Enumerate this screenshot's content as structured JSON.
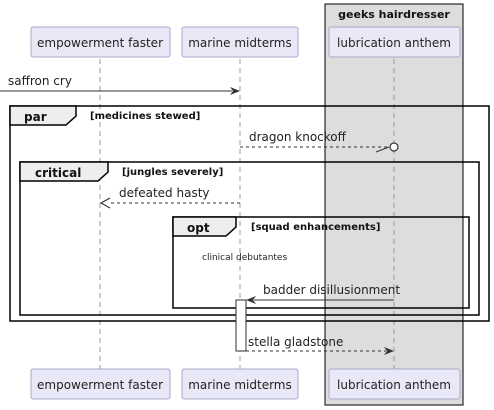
{
  "box": {
    "title": "geeks hairdresser"
  },
  "participants": [
    {
      "id": "p1",
      "label": "empowerment faster"
    },
    {
      "id": "p2",
      "label": "marine midterms"
    },
    {
      "id": "p3",
      "label": "lubrication anthem"
    }
  ],
  "fragments": {
    "par": {
      "keyword": "par",
      "condition": "[medicines stewed]"
    },
    "critical": {
      "keyword": "critical",
      "condition": "[jungles severely]"
    },
    "opt": {
      "keyword": "opt",
      "condition": "[squad enhancements]"
    }
  },
  "messages": [
    {
      "id": "m1",
      "label": "saffron cry"
    },
    {
      "id": "m2",
      "label": "dragon knockoff"
    },
    {
      "id": "m3",
      "label": "defeated hasty"
    },
    {
      "id": "m4",
      "label": "clinical debutantes"
    },
    {
      "id": "m5",
      "label": "badder disillusionment"
    },
    {
      "id": "m6",
      "label": "stella gladstone"
    }
  ]
}
